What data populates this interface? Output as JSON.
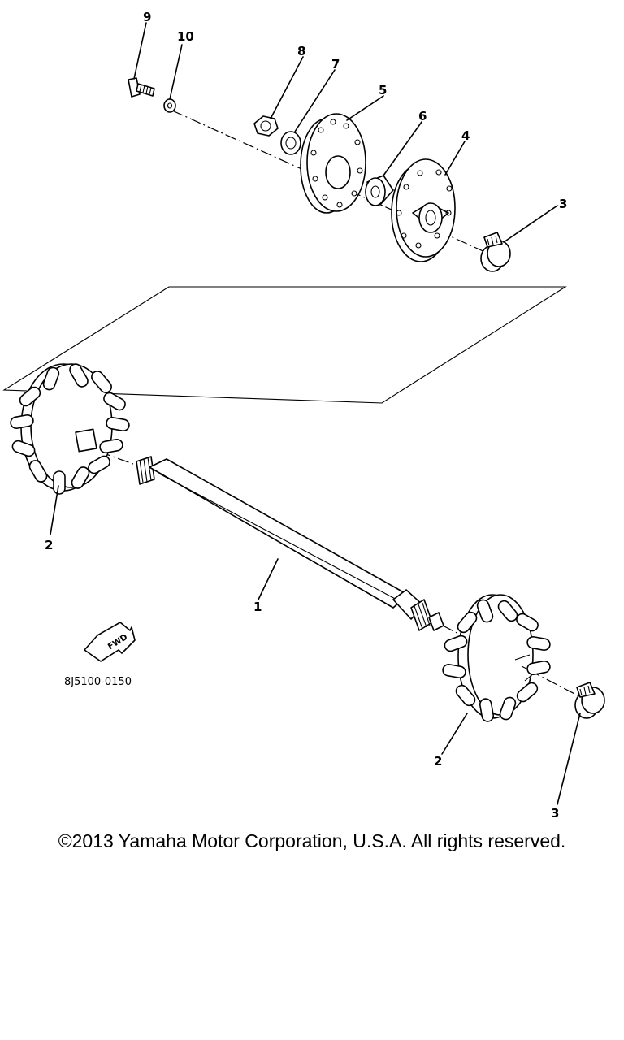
{
  "callouts": {
    "part1": "1",
    "part2_left": "2",
    "part2_right": "2",
    "part3_top": "3",
    "part3_bottom": "3",
    "part4": "4",
    "part5": "5",
    "part6": "6",
    "part7": "7",
    "part8": "8",
    "part9": "9",
    "part10": "10"
  },
  "fwd_label": "FWD",
  "diagram_code": "8J5100-0150",
  "copyright": "©2013 Yamaha Motor Corporation, U.S.A. All rights reserved."
}
